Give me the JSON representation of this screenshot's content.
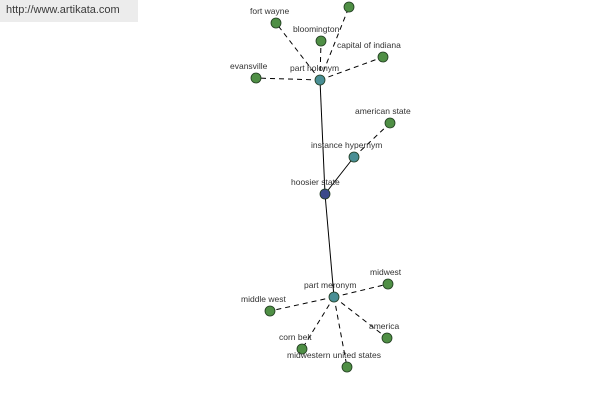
{
  "banner": {
    "url_text": "http://www.artikata.com"
  },
  "colors": {
    "leaf": "#4f8f45",
    "relation": "#4a8f95",
    "root": "#3a4a8a",
    "edge": "#000000"
  },
  "graph": {
    "nodes": [
      {
        "id": "hoosier",
        "label": "hoosier state",
        "type": "root"
      },
      {
        "id": "holonym",
        "label": "part holonym",
        "type": "relation"
      },
      {
        "id": "hypernym",
        "label": "instance hypernym",
        "type": "relation"
      },
      {
        "id": "meronym",
        "label": "part meronym",
        "type": "relation"
      },
      {
        "id": "top",
        "label": "",
        "type": "leaf"
      },
      {
        "id": "fortwayne",
        "label": "fort wayne",
        "type": "leaf"
      },
      {
        "id": "bloomington",
        "label": "bloomington",
        "type": "leaf"
      },
      {
        "id": "capital",
        "label": "capital of indiana",
        "type": "leaf"
      },
      {
        "id": "evansville",
        "label": "evansville",
        "type": "leaf"
      },
      {
        "id": "american",
        "label": "american state",
        "type": "leaf"
      },
      {
        "id": "midwest",
        "label": "midwest",
        "type": "leaf"
      },
      {
        "id": "middlewest",
        "label": "middle west",
        "type": "leaf"
      },
      {
        "id": "america",
        "label": "america",
        "type": "leaf"
      },
      {
        "id": "cornbelt",
        "label": "corn belt",
        "type": "leaf"
      },
      {
        "id": "midwesternus",
        "label": "midwestern united states",
        "type": "leaf"
      }
    ],
    "edges": [
      {
        "from": "hoosier",
        "to": "holonym",
        "style": "solid"
      },
      {
        "from": "hoosier",
        "to": "hypernym",
        "style": "solid"
      },
      {
        "from": "hoosier",
        "to": "meronym",
        "style": "solid"
      },
      {
        "from": "holonym",
        "to": "top",
        "style": "dashed"
      },
      {
        "from": "holonym",
        "to": "fortwayne",
        "style": "dashed"
      },
      {
        "from": "holonym",
        "to": "bloomington",
        "style": "dashed"
      },
      {
        "from": "holonym",
        "to": "capital",
        "style": "dashed"
      },
      {
        "from": "holonym",
        "to": "evansville",
        "style": "dashed"
      },
      {
        "from": "hypernym",
        "to": "american",
        "style": "dashed"
      },
      {
        "from": "meronym",
        "to": "midwest",
        "style": "dashed"
      },
      {
        "from": "meronym",
        "to": "middlewest",
        "style": "dashed"
      },
      {
        "from": "meronym",
        "to": "america",
        "style": "dashed"
      },
      {
        "from": "meronym",
        "to": "cornbelt",
        "style": "dashed"
      },
      {
        "from": "meronym",
        "to": "midwesternus",
        "style": "dashed"
      }
    ]
  }
}
